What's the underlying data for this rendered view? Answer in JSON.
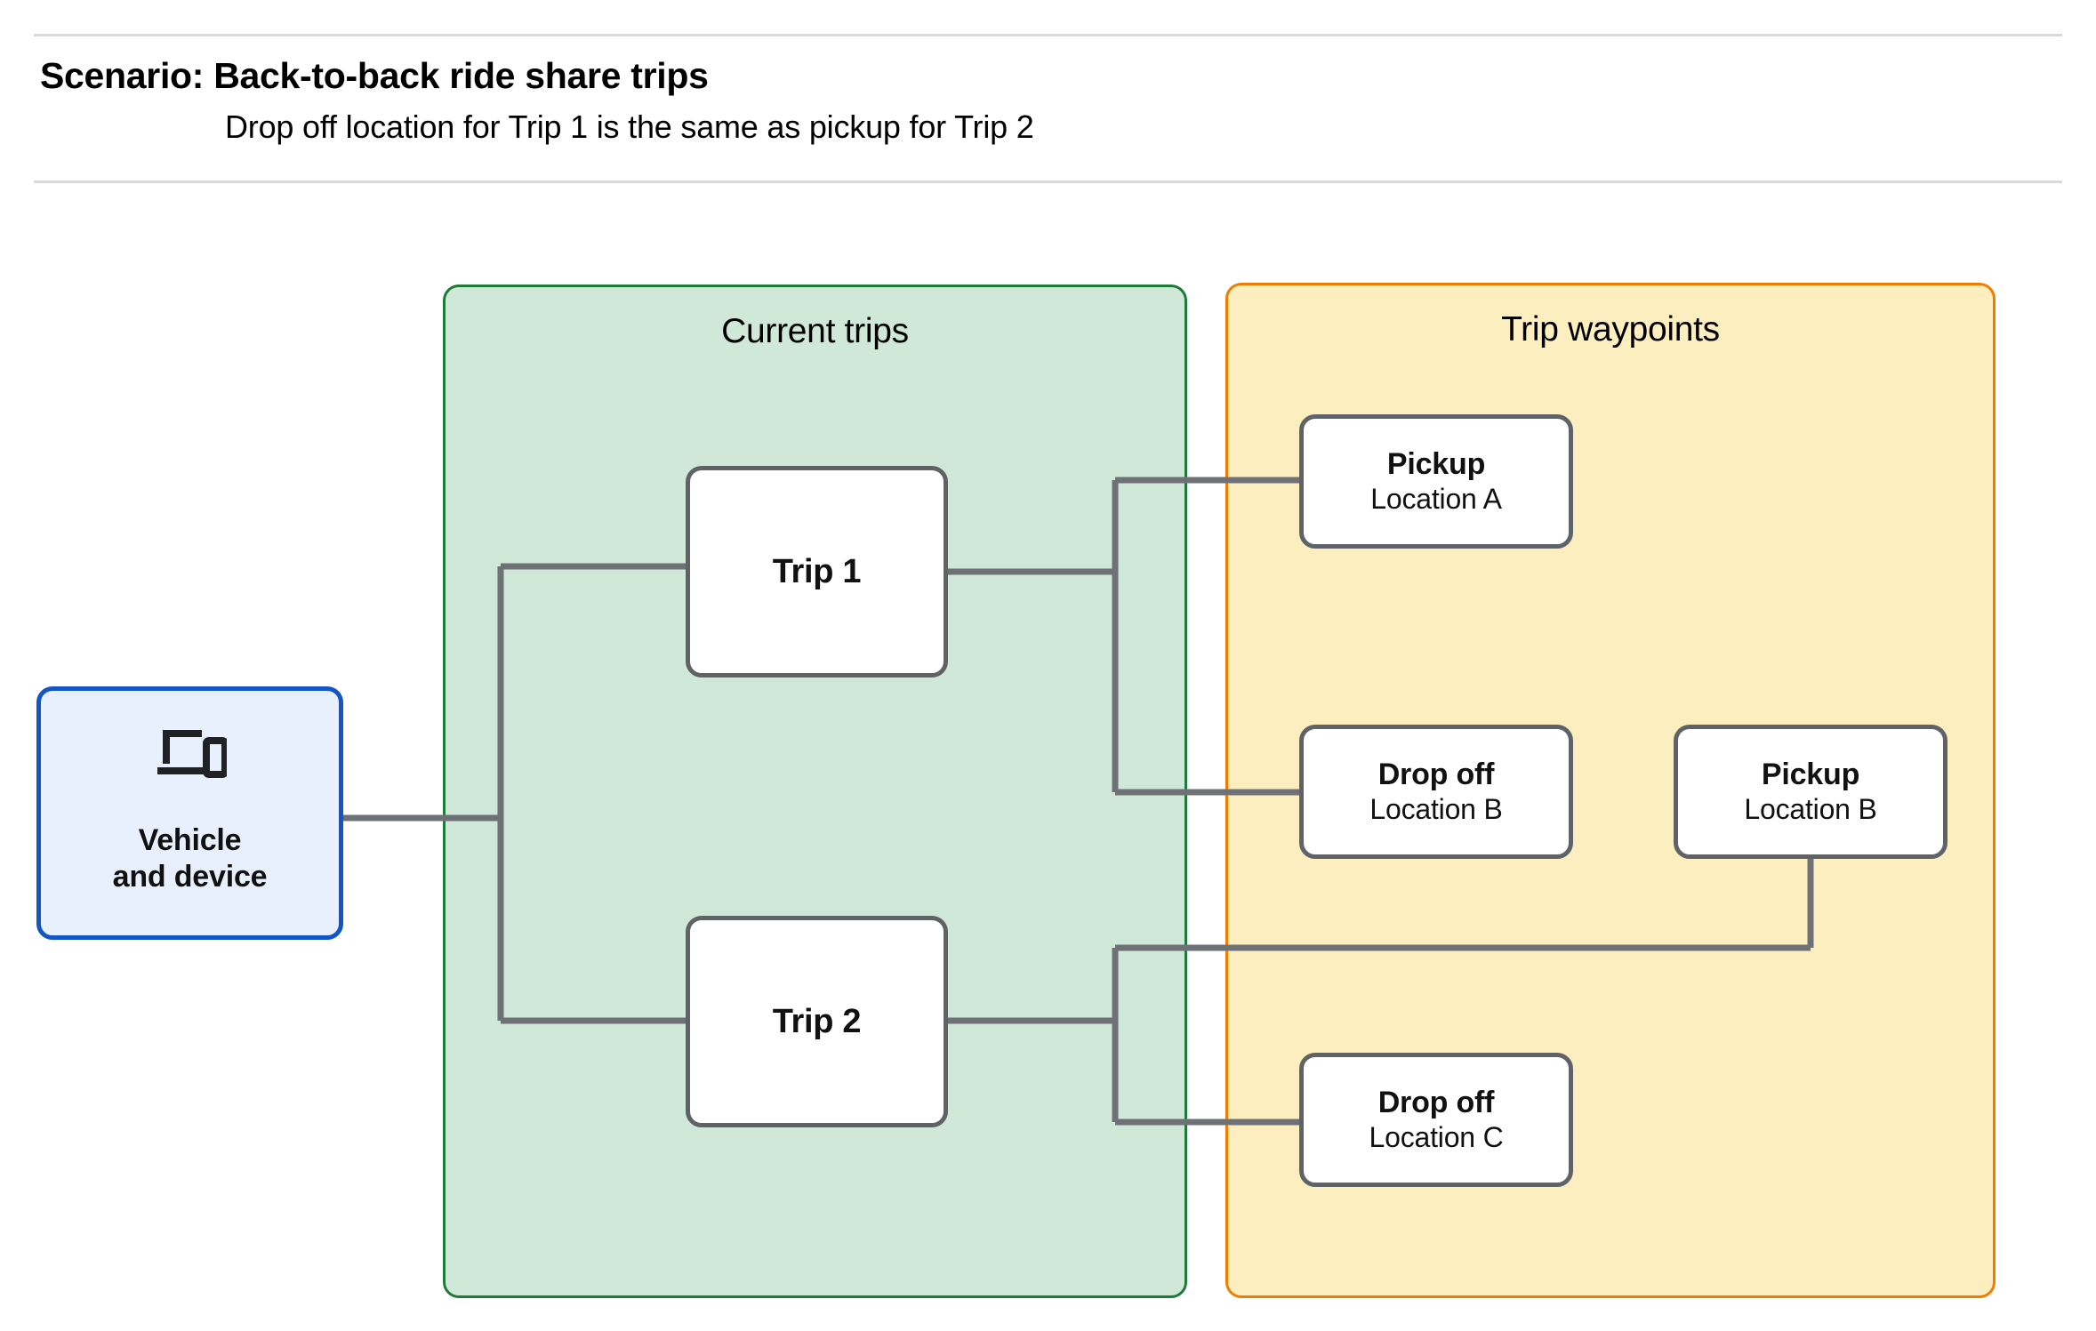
{
  "header": {
    "title": "Scenario: Back-to-back ride share trips",
    "subtitle": "Drop off  location for Trip 1 is the same as pickup for Trip 2"
  },
  "colors": {
    "current_trips_fill": "#d0e8d7",
    "current_trips_border": "#1e7a38",
    "trip_waypoints_fill": "#fdeebf",
    "trip_waypoints_border": "#f07c00",
    "vehicle_fill": "#e8f0fe",
    "vehicle_border": "#1255c4",
    "node_border": "#5f6368",
    "connector": "#6e7175",
    "rule": "#d9d9d9"
  },
  "panels": {
    "current_trips": {
      "title": "Current trips"
    },
    "trip_waypoints": {
      "title": "Trip waypoints"
    }
  },
  "vehicle": {
    "icon": "laptop-and-phone-icon",
    "label": "Vehicle\nand device"
  },
  "trips": [
    {
      "id": "trip-1",
      "label": "Trip 1"
    },
    {
      "id": "trip-2",
      "label": "Trip 2"
    }
  ],
  "waypoints": [
    {
      "id": "pickup-a",
      "type": "Pickup",
      "location": "Location A",
      "trip": "Trip 1"
    },
    {
      "id": "dropoff-b",
      "type": "Drop off",
      "location": "Location B",
      "trip": "Trip 1"
    },
    {
      "id": "pickup-b",
      "type": "Pickup",
      "location": "Location B",
      "trip": "Trip 2"
    },
    {
      "id": "dropoff-c",
      "type": "Drop off",
      "location": "Location C",
      "trip": "Trip 2"
    }
  ],
  "connections": [
    {
      "from": "vehicle-device",
      "to": "trip-1"
    },
    {
      "from": "vehicle-device",
      "to": "trip-2"
    },
    {
      "from": "trip-1",
      "to": "pickup-a"
    },
    {
      "from": "trip-1",
      "to": "dropoff-b"
    },
    {
      "from": "trip-2",
      "to": "pickup-b"
    },
    {
      "from": "trip-2",
      "to": "dropoff-c"
    }
  ]
}
